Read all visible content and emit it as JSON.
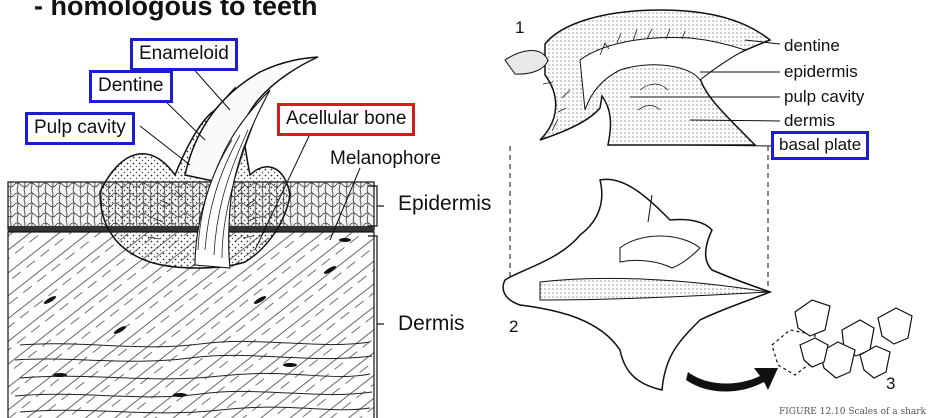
{
  "heading": "- homologous to teeth",
  "left_figure": {
    "labels": {
      "enameloid": "Enameloid",
      "dentine": "Dentine",
      "pulp_cavity": "Pulp cavity",
      "acellular_bone": "Acellular bone",
      "melanophore": "Melanophore",
      "epidermis": "Epidermis",
      "dermis": "Dermis"
    }
  },
  "right_figure": {
    "labels": {
      "dentine": "dentine",
      "epidermis": "epidermis",
      "pulp_cavity": "pulp cavity",
      "dermis": "dermis",
      "basal_plate": "basal plate"
    },
    "panel_numbers": [
      "1",
      "2",
      "3"
    ]
  },
  "colors": {
    "highlight_blue": "#1c1cd8",
    "highlight_red": "#d81c1c"
  },
  "credit": "FIGURE 12.10  Scales of a shark"
}
